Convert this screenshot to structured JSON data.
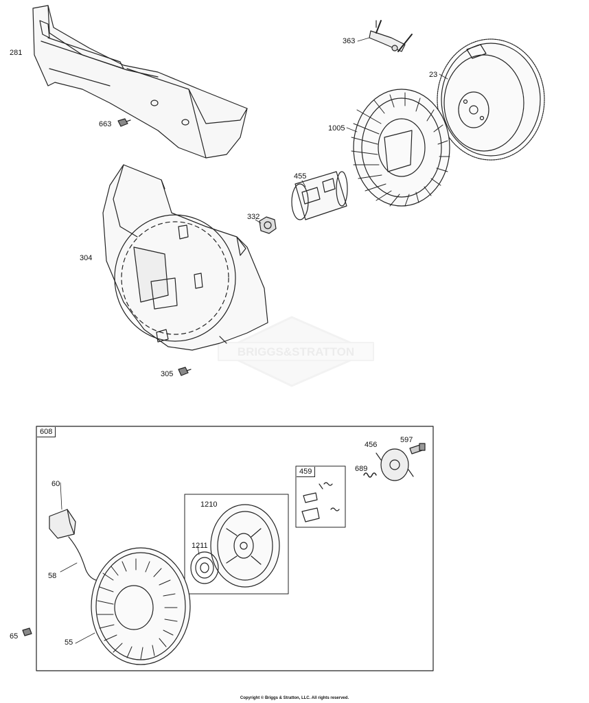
{
  "callouts": {
    "c281": "281",
    "c663": "663",
    "c363": "363",
    "c23": "23",
    "c1005": "1005",
    "c455": "455",
    "c332": "332",
    "c304": "304",
    "c305": "305",
    "c608": "608",
    "c456": "456",
    "c597": "597",
    "c689": "689",
    "c459": "459",
    "c60": "60",
    "c1210": "1210",
    "c1211": "1211",
    "c58": "58",
    "c55": "55",
    "c65": "65"
  },
  "watermark": "BRIGGS&STRATTON",
  "copyright": "Copyright © Briggs & Stratton, LLC. All rights reserved."
}
